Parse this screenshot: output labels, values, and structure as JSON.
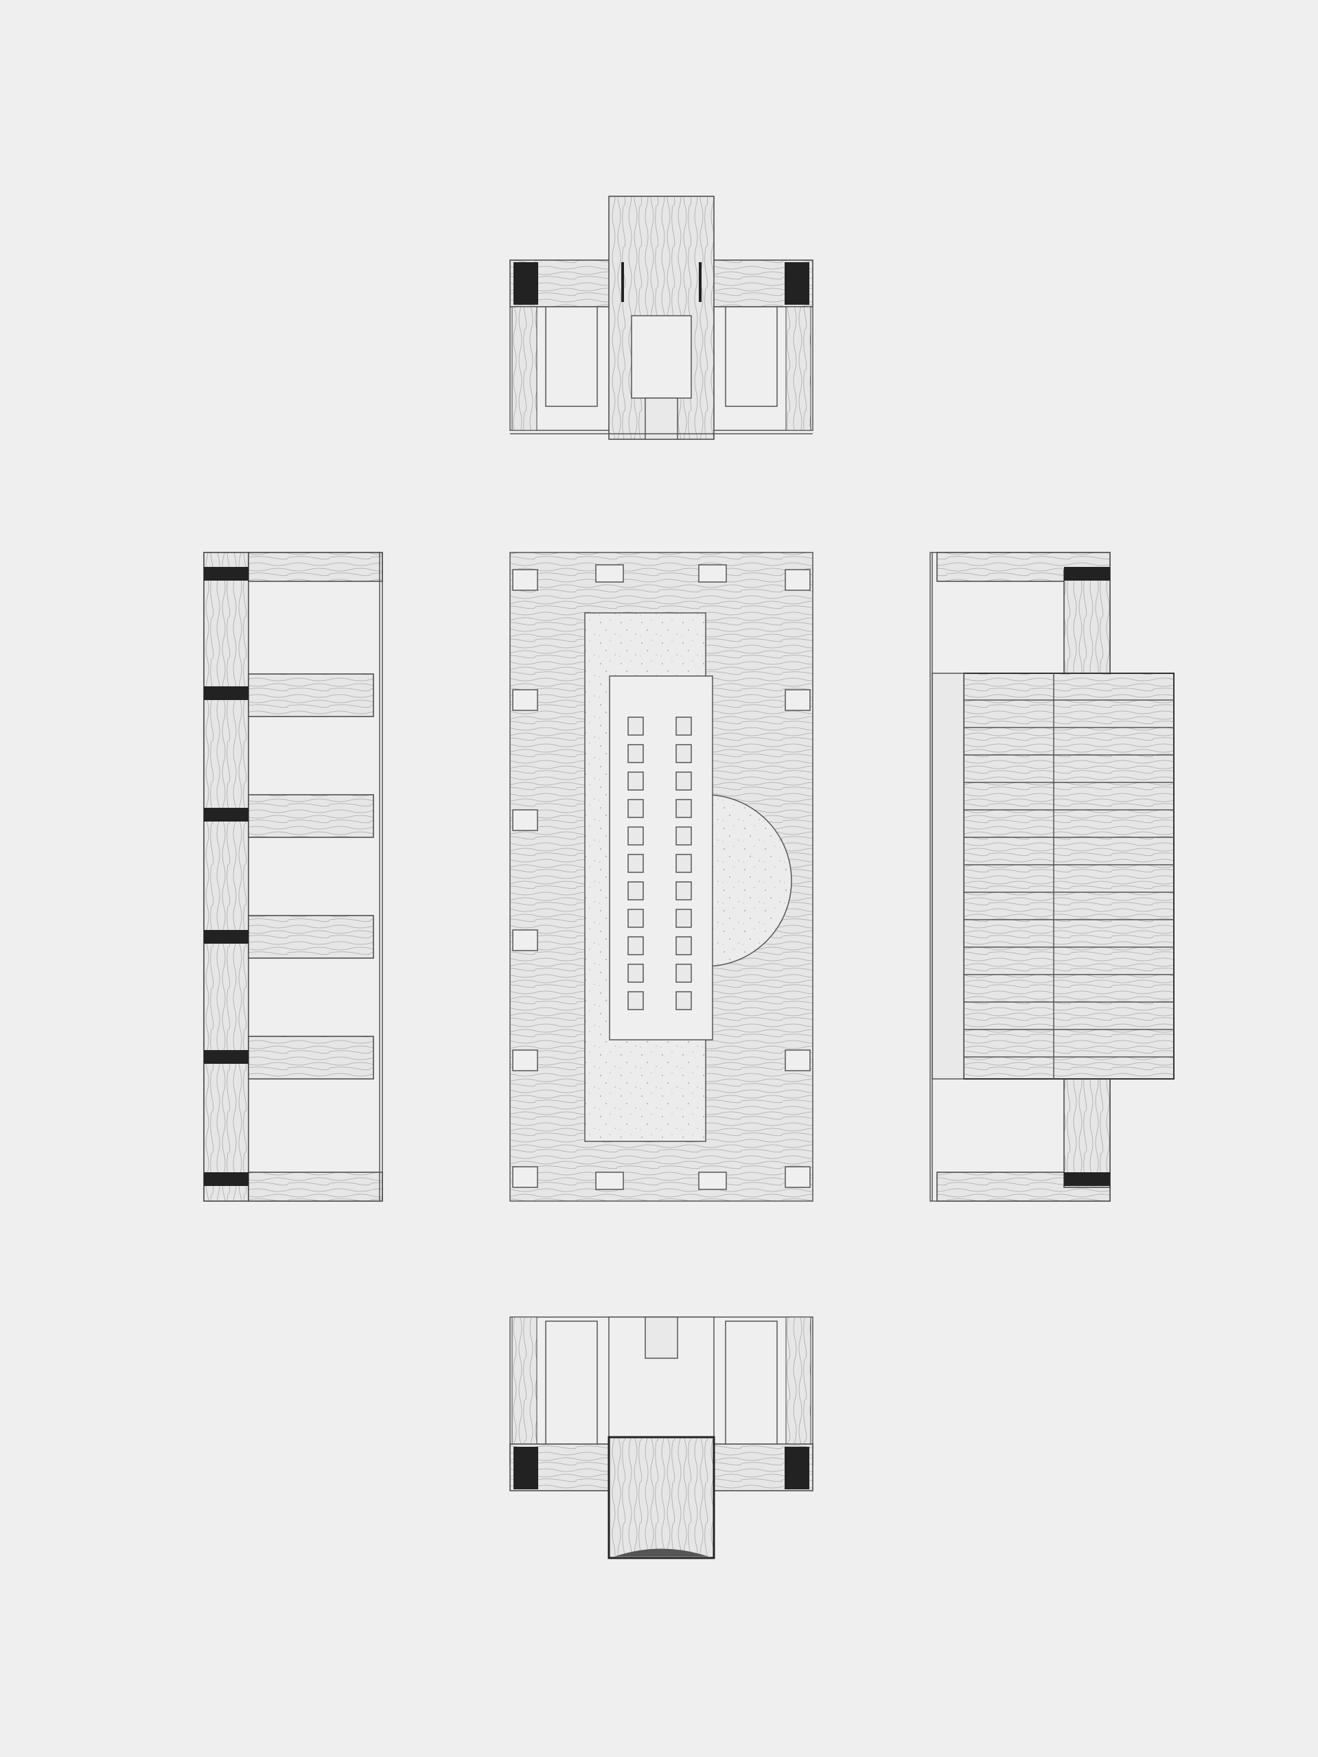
{
  "drawing": {
    "views": [
      "top-elevation",
      "left-elevation",
      "floor-plan",
      "right-elevation",
      "bottom-elevation"
    ],
    "colors": {
      "background": "#efefef",
      "line": "#444444",
      "fill": "#e9e9e9"
    }
  }
}
